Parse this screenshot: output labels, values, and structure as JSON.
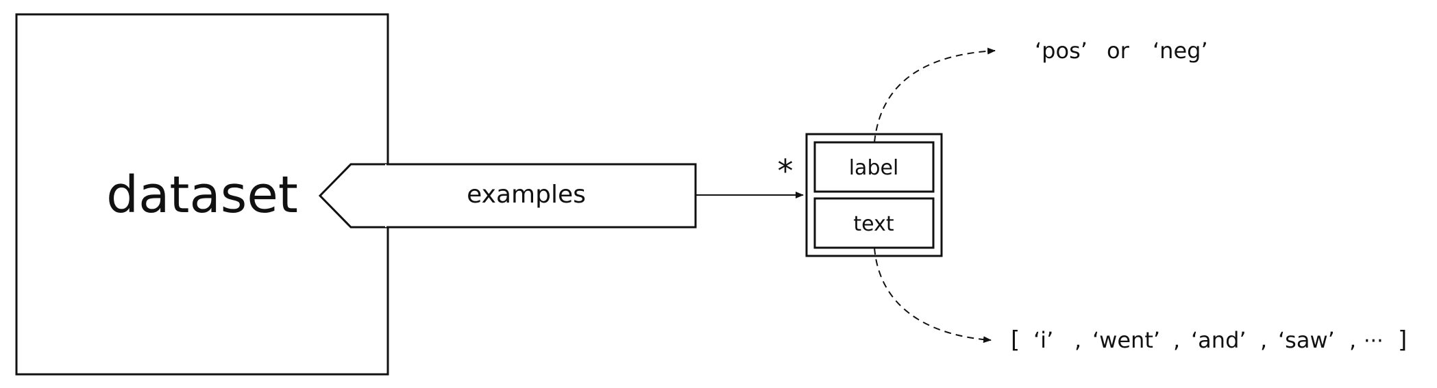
{
  "diagram": {
    "dataset_label": "dataset",
    "examples_label": "examples",
    "multiplicity": "*",
    "field_label": "label",
    "field_text": "text",
    "label_values": {
      "open_quote_1": "‘pos’",
      "or": "or",
      "open_quote_2": "‘neg’"
    },
    "text_values": {
      "bracket_open": "[",
      "token_1": "‘i’",
      "comma_1": ",",
      "token_2": "‘went’",
      "comma_2": ",",
      "token_3": "‘and’",
      "comma_3": ",",
      "token_4": "‘saw’",
      "comma_4": ",",
      "ellipsis": "···",
      "bracket_close": "]"
    }
  }
}
